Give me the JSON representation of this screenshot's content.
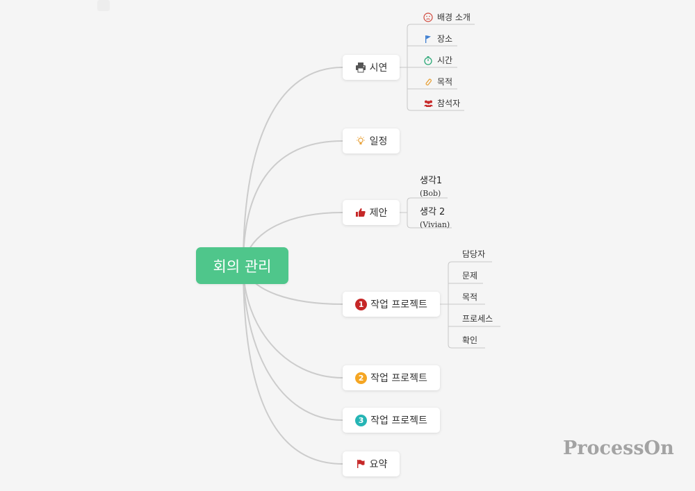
{
  "root": {
    "label": "회의 관리"
  },
  "branches": {
    "intro": {
      "label": "시연",
      "icon": "printer-icon",
      "children": [
        {
          "label": "배경 소개",
          "icon": "sad-face-icon"
        },
        {
          "label": "장소",
          "icon": "flag-icon"
        },
        {
          "label": "시간",
          "icon": "stopwatch-icon"
        },
        {
          "label": "목적",
          "icon": "paperclip-icon"
        },
        {
          "label": "참석자",
          "icon": "people-icon"
        }
      ]
    },
    "schedule": {
      "label": "일정",
      "icon": "lightbulb-icon"
    },
    "proposal": {
      "label": "제안",
      "icon": "thumbs-up-icon",
      "ideas": [
        {
          "title": "생각1",
          "author": "(Bob)"
        },
        {
          "title": "생각 2",
          "author": "(Vivian)"
        }
      ]
    },
    "project1": {
      "label": "작업 프로젝트",
      "badge": "1",
      "badge_color": "#c62828",
      "children": [
        {
          "label": "담당자"
        },
        {
          "label": "문제"
        },
        {
          "label": "목적"
        },
        {
          "label": "프로세스"
        },
        {
          "label": "확인"
        }
      ]
    },
    "project2": {
      "label": "작업 프로젝트",
      "badge": "2",
      "badge_color": "#f5a623"
    },
    "project3": {
      "label": "작업 프로젝트",
      "badge": "3",
      "badge_color": "#26b5b5"
    },
    "summary": {
      "label": "요약",
      "icon": "red-flag-icon"
    }
  },
  "watermark": "ProcessOn",
  "colors": {
    "root": "#4fc68b",
    "connector": "#cccccc",
    "background": "#f5f5f5"
  }
}
